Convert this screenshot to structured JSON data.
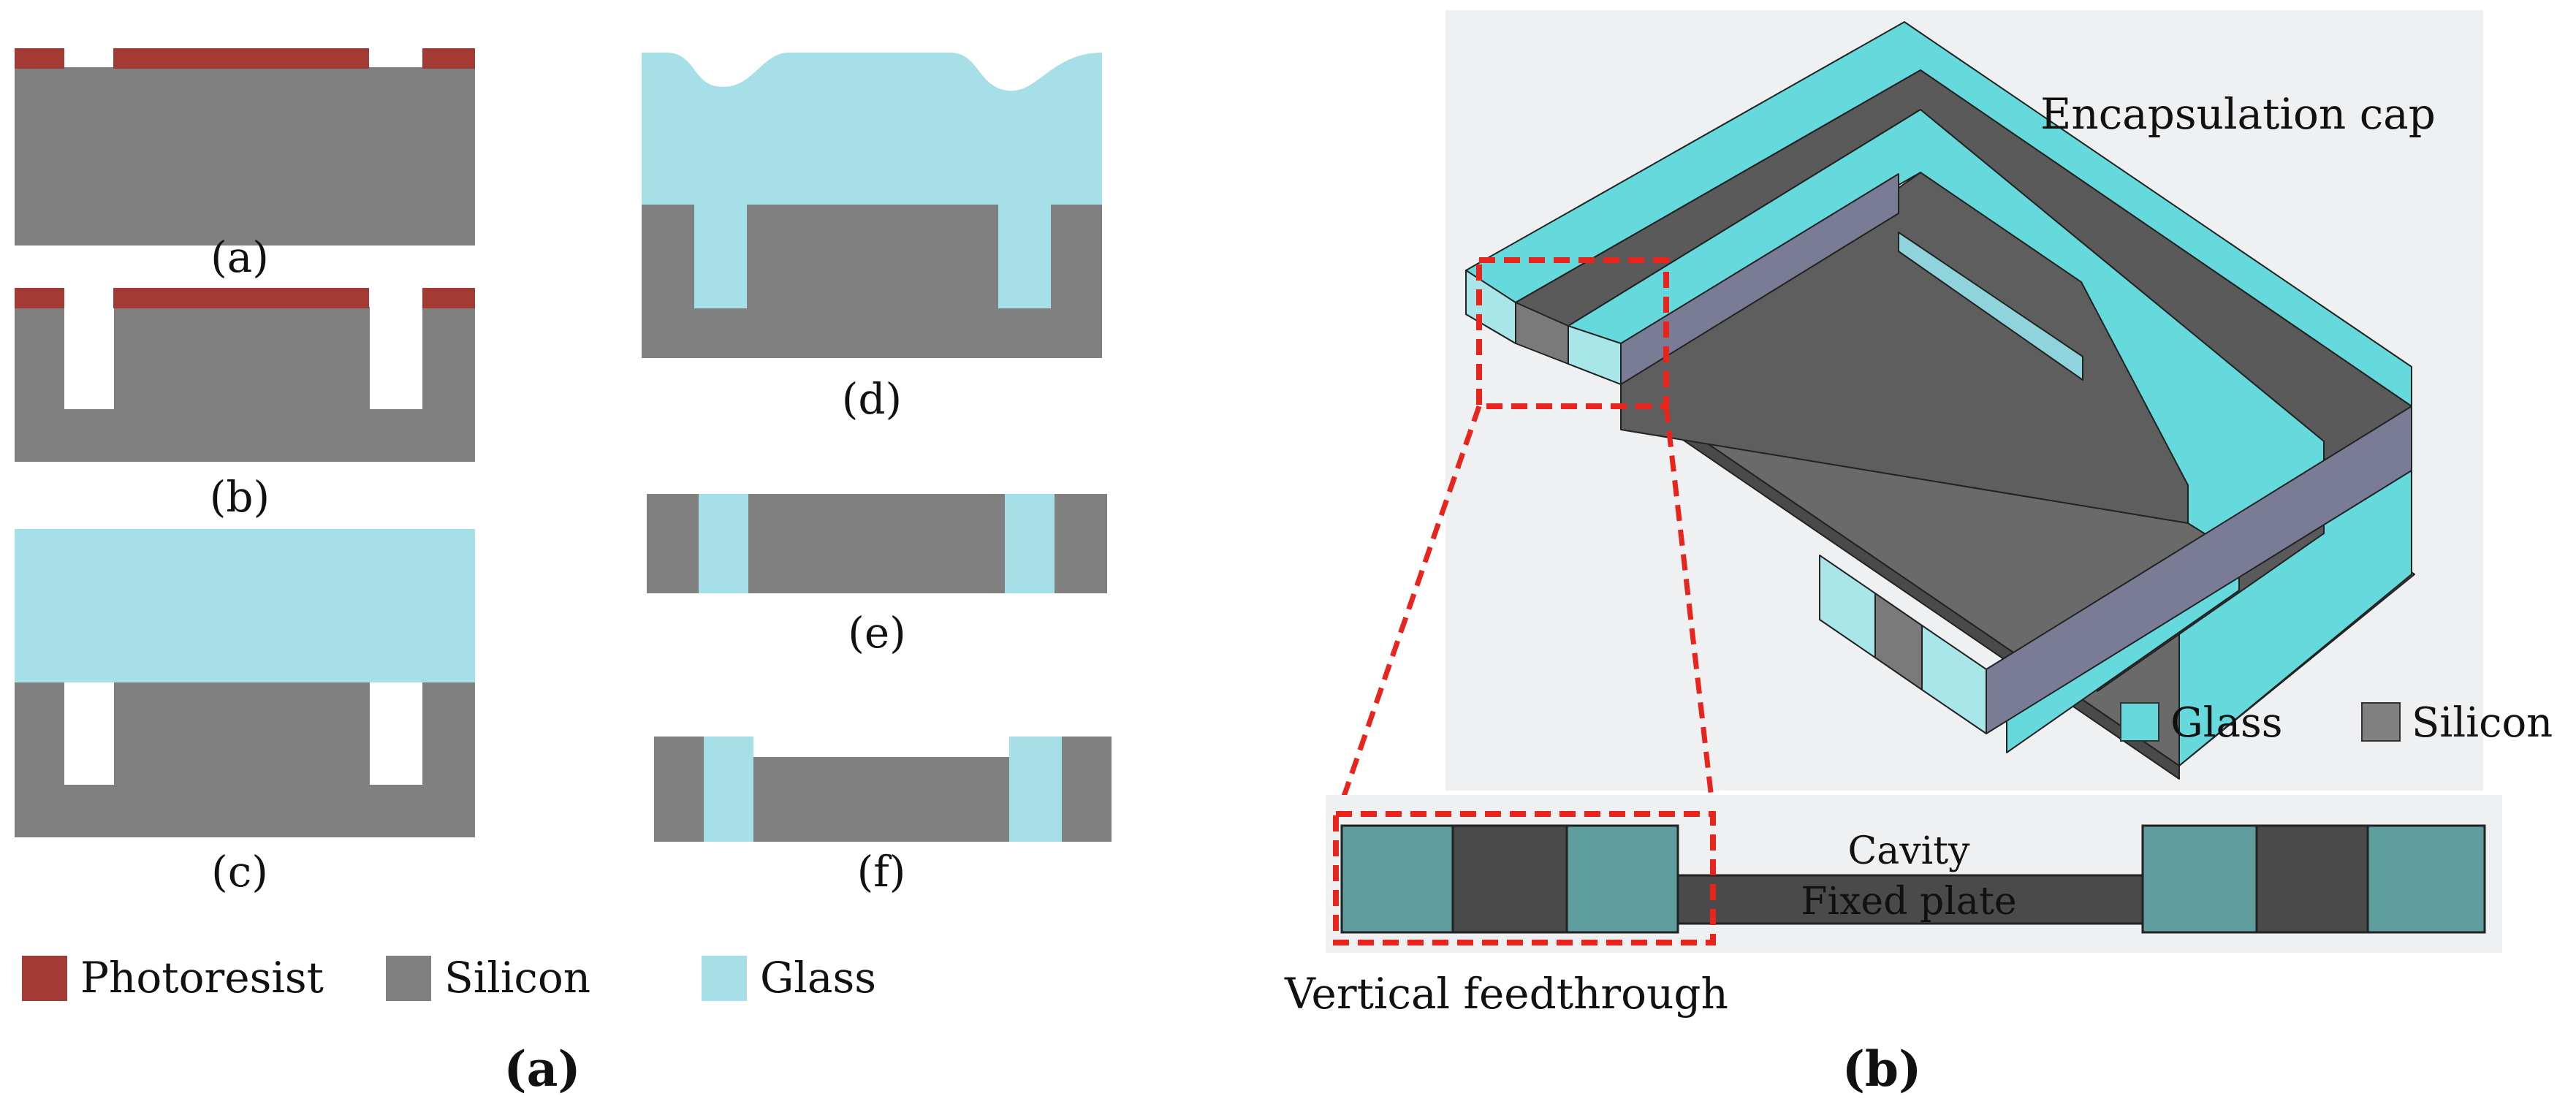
{
  "panel_a": {
    "label": "(a)",
    "steps": [
      "(a)",
      "(b)",
      "(c)",
      "(d)",
      "(e)",
      "(f)"
    ],
    "legend": [
      "Photoresist",
      "Silicon",
      "Glass"
    ]
  },
  "panel_b": {
    "label": "(b)",
    "title": "Encapsulation cap",
    "legend": [
      "Glass",
      "Silicon"
    ],
    "cavity_label": "Cavity",
    "fixed_plate_label": "Fixed plate",
    "feedthrough_label": "Vertical feedthrough"
  },
  "colors": {
    "photoresist": "#a33a33",
    "silicon": "#808080",
    "glass": "#a6dfe8",
    "glass_3d": "#66d9dd",
    "silicon_3d": "#5a5a5a",
    "highlight": "#e8241c"
  }
}
